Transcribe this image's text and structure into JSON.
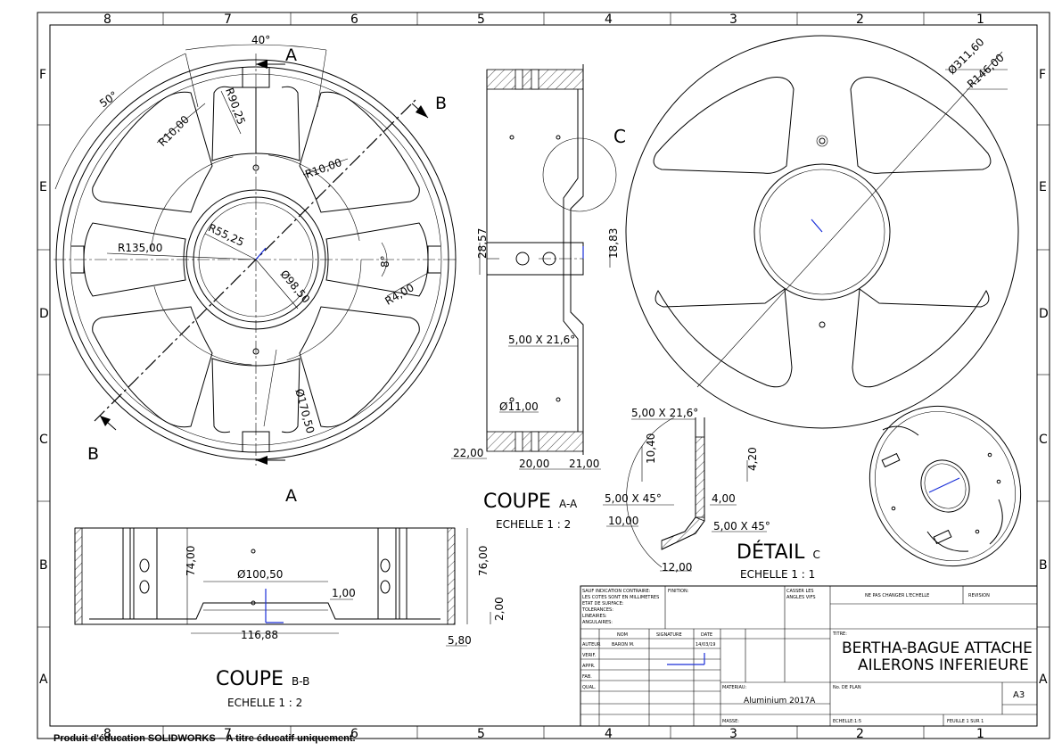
{
  "sheet": {
    "zone_columns": [
      "8",
      "7",
      "6",
      "5",
      "4",
      "3",
      "2",
      "1"
    ],
    "zone_rows": [
      "F",
      "E",
      "D",
      "C",
      "B",
      "A"
    ]
  },
  "main_view": {
    "dims": {
      "angle_top": "40°",
      "angle_left": "50°",
      "r10_left": "R10,00",
      "r90": "R90,25",
      "r10_right": "R10,00",
      "r55": "R55,25",
      "r135": "R135,00",
      "dia98": "Ø98,50",
      "angle_8": "8°",
      "r4": "R4,00",
      "dia170": "Ø170,50"
    },
    "cut_labels": {
      "a_top": "A",
      "a_bottom": "A",
      "b_top": "B",
      "b_bottom": "B"
    }
  },
  "section_aa": {
    "title": "COUPE",
    "suffix": "A-A",
    "scale": "ECHELLE 1 : 2",
    "detail_marker": "C",
    "dims": {
      "d2857": "28,57",
      "d1883": "18,83",
      "chamfer": "5,00 X 21,6°",
      "dia11": "Ø11,00",
      "d22": "22,00",
      "d20": "20,00",
      "d21": "21,00"
    }
  },
  "detail_c": {
    "title": "DÉTAIL",
    "suffix": "C",
    "scale": "ECHELLE 1 : 1",
    "dims": {
      "chamfer_top": "5,00 X 21,6°",
      "d1040": "10,40",
      "d420": "4,20",
      "chamfer_left": "5,00 X 45°",
      "d4": "4,00",
      "d10": "10,00",
      "chamfer_right": "5,00 X 45°",
      "d12": "12,00"
    }
  },
  "right_view": {
    "dims": {
      "dia311": "Ø311,60",
      "r146": "R146,00"
    }
  },
  "section_bb": {
    "title": "COUPE",
    "suffix": "B-B",
    "scale": "ECHELLE 1 : 2",
    "dims": {
      "dia100": "Ø100,50",
      "d74": "74,00",
      "d1": "1,00",
      "d76": "76,00",
      "d11688": "116,88",
      "d2": "2,00",
      "d580": "5,80"
    }
  },
  "title_block": {
    "tolerance_notes": [
      "SAUF INDICATION CONTRAIRE:",
      "LES COTES SONT EN MILLIMETRES",
      "ETAT DE SURFACE:",
      "TOLERANCES:",
      "   LINEAIRES:",
      "   ANGULAIRES:"
    ],
    "finition": "FINITION:",
    "casser": [
      "CASSER LES",
      "ANGLES VIFS"
    ],
    "no_scale": "NE PAS CHANGER L'ECHELLE",
    "revision": "REVISION",
    "col_nom": "NOM",
    "col_signature": "SIGNATURE",
    "col_date": "DATE",
    "rows": [
      "AUTEUR",
      "VERIF.",
      "APPR.",
      "FAB.",
      "QUAL."
    ],
    "author_name": "BARON M.",
    "author_date": "14/03/19",
    "title_label": "TITRE:",
    "title_line1": "BERTHA-BAGUE ATTACHE",
    "title_line2": "AILERONS INFERIEURE",
    "material_label": "MATERIAU:",
    "material": "Aluminium 2017A",
    "plan_label": "No. DE PLAN",
    "format": "A3",
    "mass_label": "MASSE:",
    "scale_label": "ECHELLE:1:5",
    "sheet_label": "FEUILLE 1 SUR 1"
  },
  "watermark": "Produit d'éducation SOLIDWORKS – A titre éducatif uniquement."
}
